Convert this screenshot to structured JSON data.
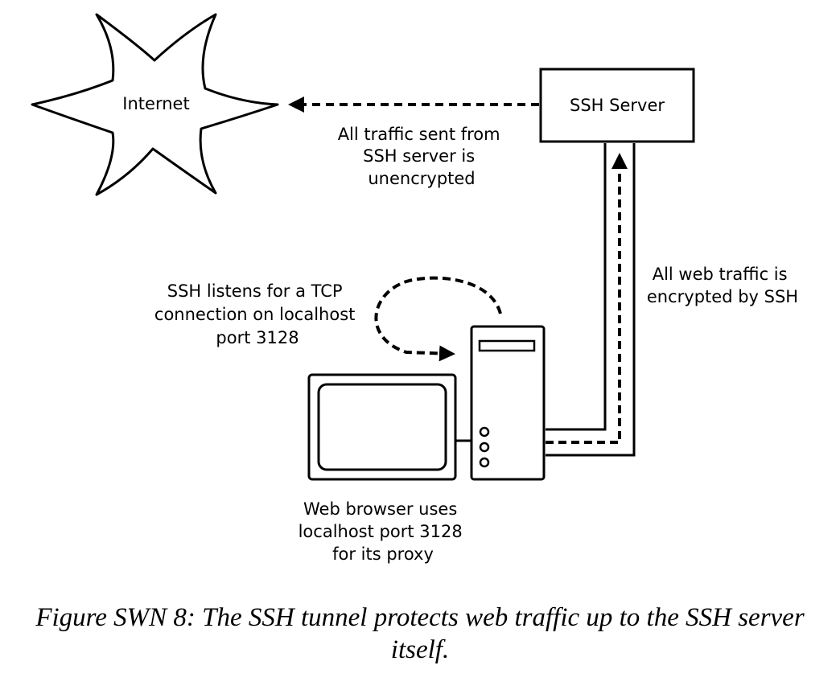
{
  "nodes": {
    "internet": "Internet",
    "ssh_server": "SSH Server"
  },
  "annotations": {
    "unencrypted": [
      "All traffic sent from",
      "SSH server is",
      "unencrypted"
    ],
    "encrypted": [
      "All web traffic is",
      "encrypted by SSH"
    ],
    "listens": [
      "SSH listens for a TCP",
      "connection on localhost",
      "port 3128"
    ],
    "browser": [
      "Web browser uses",
      "localhost port 3128",
      "for its proxy"
    ]
  },
  "caption": {
    "line1": "Figure SWN 8: The SSH tunnel protects web traffic up to the SSH server",
    "line2": "itself."
  }
}
